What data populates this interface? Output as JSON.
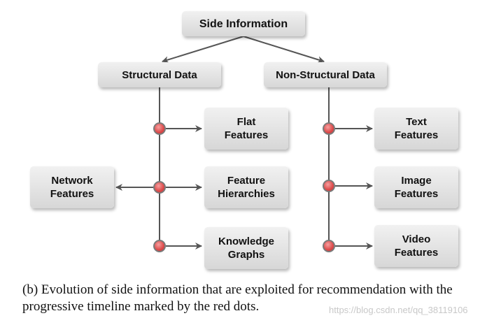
{
  "diagram": {
    "root": "Side Information",
    "branches": {
      "structural": "Structural Data",
      "non_structural": "Non-Structural Data"
    },
    "structural_items": {
      "flat": "Flat\nFeatures",
      "hierarchies": "Feature\nHierarchies",
      "knowledge": "Knowledge\nGraphs",
      "network": "Network\nFeatures"
    },
    "non_structural_items": {
      "text": "Text\nFeatures",
      "image": "Image\nFeatures",
      "video": "Video\nFeatures"
    },
    "colors": {
      "box": "#e6e6e6",
      "line": "#555555",
      "dot": "#dc4a4a"
    }
  },
  "caption": "(b) Evolution of side information that are exploited for recommendation with the progressive timeline marked by the red dots.",
  "watermark": "https://blog.csdn.net/qq_38119106"
}
